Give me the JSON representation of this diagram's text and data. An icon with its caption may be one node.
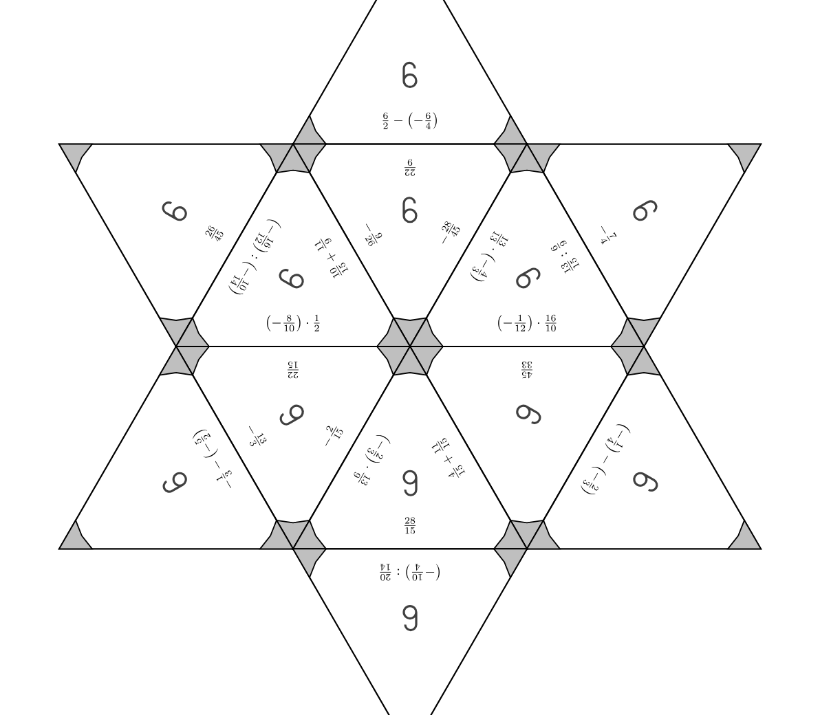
{
  "diagram": {
    "nodes": [
      {
        "text": [
          "\\frac{6}{2}-\\left(-\\frac{6}{4}\\right)"
        ]
      },
      {
        "text": [
          "\\frac{26}{45}"
        ]
      },
      {
        "text": [
          "\\frac{22}{9}",
          "-\\frac{9}{26}",
          "-\\frac{28}{45}"
        ]
      },
      {
        "text": [
          "-\\frac{7}{4}"
        ]
      },
      {
        "text": [
          "\\left(-\\frac{16}{12}\\right):\\left(-\\frac{10}{14}\\right)",
          "\\frac{10}{15}+\\frac{11}{9}",
          "\\left(-\\frac{8}{10}\\right)\\cdot\\frac{1}{2}"
        ]
      },
      {
        "text": [
          "\\frac{13}{13}\\cdot\\left(-\\frac{4}{3}\\right)",
          "\\frac{13}{15}:\\frac{6}{9}",
          "\\left(-\\frac{1}{12}\\right)\\cdot\\frac{16}{10}"
        ]
      },
      {
        "text": [
          "\\frac{22}{15}",
          "-\\frac{13}{3}",
          "-\\frac{2}{15}"
        ]
      },
      {
        "text": [
          "\\frac{45}{33}"
        ]
      },
      {
        "text": [
          "-\\frac{1}{3}-\\left(-\\frac{5}{2}\\right)"
        ]
      },
      {
        "text": [
          "\\left(-\\frac{2}{3}\\right)\\cdot\\frac{13}{9}",
          "\\frac{4}{15}+\\frac{11}{15}",
          "\\frac{28}{15}"
        ]
      },
      {
        "text": [
          "\\left(-\\frac{1}{4}\\right)-\\left(-\\frac{2}{3}\\right)"
        ]
      },
      {
        "text": [
          "\\left(-\\frac{10}{4}\\right):\\frac{20}{14}"
        ]
      }
    ]
  }
}
